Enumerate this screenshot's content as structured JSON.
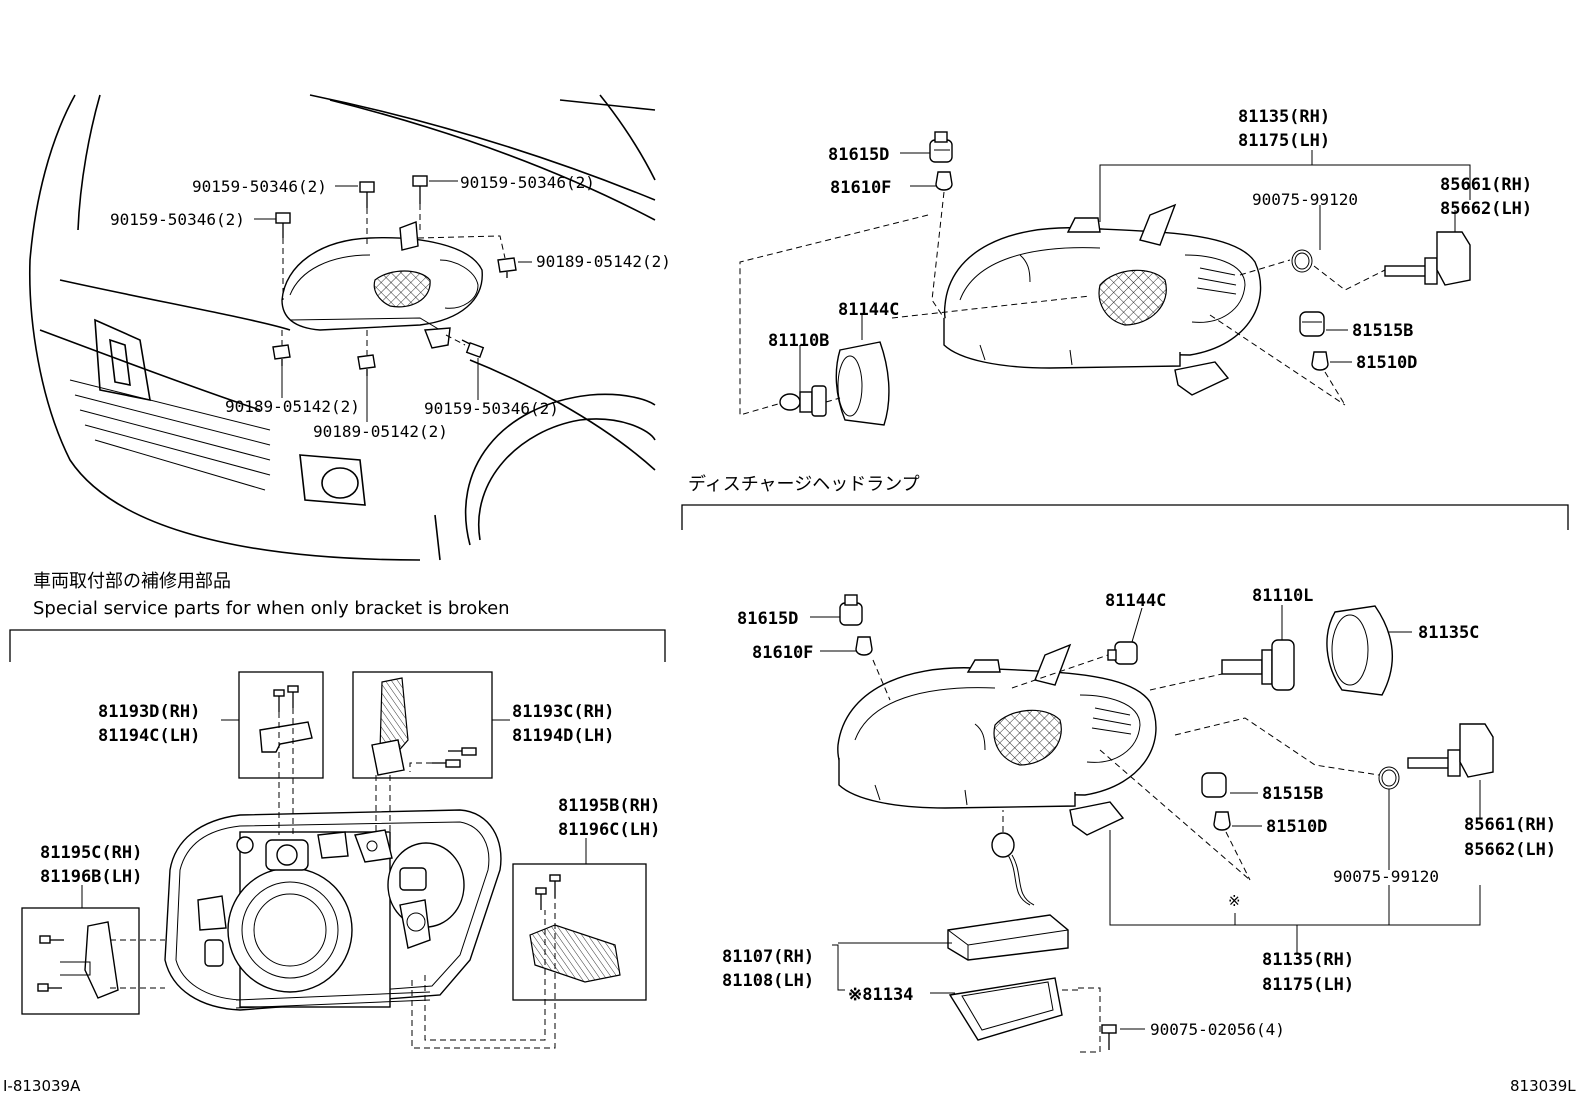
{
  "sections": {
    "discharge_title": "ディスチャージヘッドランプ",
    "special_title_jp": "車両取付部の補修用部品",
    "special_title_en": "Special service parts for when only bracket is broken"
  },
  "vehicle_labels": {
    "bolt_top_left": "90159-50346(2)",
    "bolt_top_center": "90159-50346(2)",
    "bolt_left": "90159-50346(2)",
    "clip_right": "90189-05142(2)",
    "clip_bottom_left": "90189-05142(2)",
    "clip_bottom_center": "90189-05142(2)",
    "bolt_bottom_right": "90159-50346(2)"
  },
  "halogen_labels": {
    "assy_rh": "81135(RH)",
    "assy_lh": "81175(LH)",
    "socket_81615d": "81615D",
    "bulb_81610f": "81610F",
    "cover_81144c": "81144C",
    "bulb_81110b": "81110B",
    "oring": "90075-99120",
    "socket_rh": "85661(RH)",
    "socket_lh": "85662(LH)",
    "socket_81515b": "81515B",
    "bulb_81510d": "81510D"
  },
  "discharge_labels": {
    "socket_81615d": "81615D",
    "bulb_81610f": "81610F",
    "socket_81144c": "81144C",
    "bulb_81110l": "81110L",
    "cover_81135c": "81135C",
    "socket_81515b": "81515B",
    "bulb_81510d": "81510D",
    "socket_rh": "85661(RH)",
    "socket_lh": "85662(LH)",
    "oring": "90075-99120",
    "note_mark": "※",
    "assy_rh": "81135(RH)",
    "assy_lh": "81175(LH)",
    "ballast_rh": "81107(RH)",
    "ballast_lh": "81108(LH)",
    "bracket_81134": "※81134",
    "screw": "90075-02056(4)"
  },
  "special_labels": {
    "b1_rh": "81193D(RH)",
    "b1_lh": "81194C(LH)",
    "b2_rh": "81193C(RH)",
    "b2_lh": "81194D(LH)",
    "b3_rh": "81195B(RH)",
    "b3_lh": "81196C(LH)",
    "b4_rh": "81195C(RH)",
    "b4_lh": "81196B(LH)"
  },
  "footer": {
    "ref_left": "I-813039A",
    "ref_right": "813039L"
  }
}
